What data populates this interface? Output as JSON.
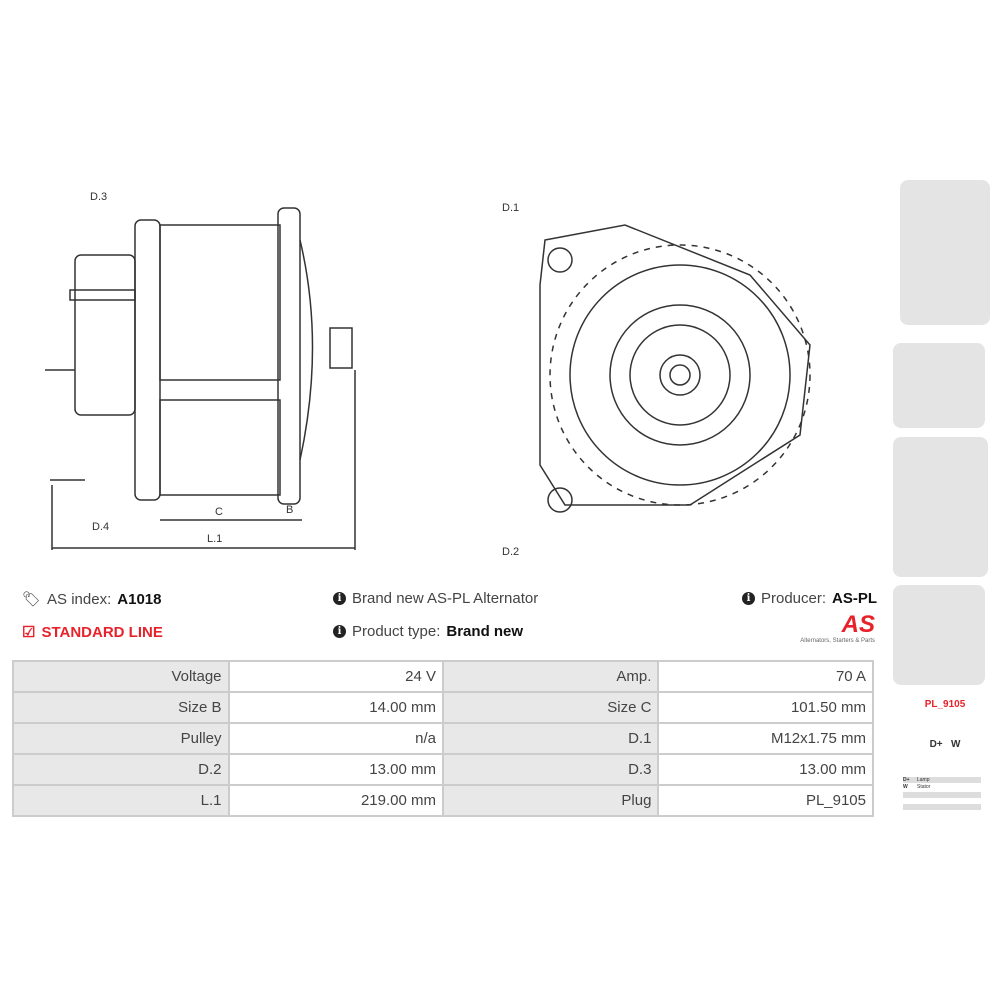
{
  "drawing": {
    "labels": {
      "d3": "D.3",
      "d4": "D.4",
      "c": "C",
      "b": "B",
      "l1": "L.1",
      "d1": "D.1",
      "d2": "D.2"
    }
  },
  "info": {
    "as_index_label": "AS index:",
    "as_index": "A1018",
    "line": "STANDARD LINE",
    "description": "Brand new AS-PL Alternator",
    "product_type_label": "Product type:",
    "product_type": "Brand new",
    "producer_label": "Producer:",
    "producer": "AS-PL",
    "logo_text": "AS",
    "logo_tagline": "Alternators, Starters & Parts"
  },
  "specs": [
    {
      "l1": "Voltage",
      "v1": "24 V",
      "l2": "Amp.",
      "v2": "70 A"
    },
    {
      "l1": "Size B",
      "v1": "14.00 mm",
      "l2": "Size C",
      "v2": "101.50 mm"
    },
    {
      "l1": "Pulley",
      "v1": "n/a",
      "l2": "D.1",
      "v2": "M12x1.75 mm"
    },
    {
      "l1": "D.2",
      "v1": "13.00 mm",
      "l2": "D.3",
      "v2": "13.00 mm"
    },
    {
      "l1": "L.1",
      "v1": "219.00 mm",
      "l2": "Plug",
      "v2": "PL_9105"
    }
  ],
  "plug": {
    "name": "PL_9105",
    "terminals": "D+   W",
    "pins": [
      {
        "pin": "D+",
        "desc": "Lamp"
      },
      {
        "pin": "W",
        "desc": "Stator"
      }
    ]
  },
  "colors": {
    "accent": "#e8222a"
  }
}
